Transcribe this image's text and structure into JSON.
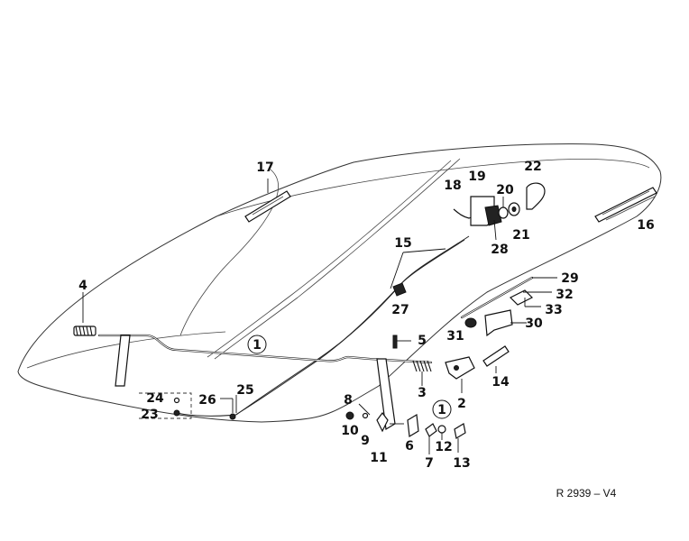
{
  "figure": {
    "reference": "R 2939 – V4"
  },
  "callouts": [
    {
      "id": "c1",
      "label": "1"
    },
    {
      "id": "c1b",
      "label": "1"
    },
    {
      "id": "c2",
      "label": "2"
    },
    {
      "id": "c3",
      "label": "3"
    },
    {
      "id": "c4",
      "label": "4"
    },
    {
      "id": "c5",
      "label": "5"
    },
    {
      "id": "c6",
      "label": "6"
    },
    {
      "id": "c7",
      "label": "7"
    },
    {
      "id": "c8",
      "label": "8"
    },
    {
      "id": "c9",
      "label": "9"
    },
    {
      "id": "c10",
      "label": "10"
    },
    {
      "id": "c11",
      "label": "11"
    },
    {
      "id": "c12",
      "label": "12"
    },
    {
      "id": "c13",
      "label": "13"
    },
    {
      "id": "c14",
      "label": "14"
    },
    {
      "id": "c15",
      "label": "15"
    },
    {
      "id": "c16",
      "label": "16"
    },
    {
      "id": "c17",
      "label": "17"
    },
    {
      "id": "c18",
      "label": "18"
    },
    {
      "id": "c19",
      "label": "19"
    },
    {
      "id": "c20",
      "label": "20"
    },
    {
      "id": "c21",
      "label": "21"
    },
    {
      "id": "c22",
      "label": "22"
    },
    {
      "id": "c23",
      "label": "23"
    },
    {
      "id": "c24",
      "label": "24"
    },
    {
      "id": "c25",
      "label": "25"
    },
    {
      "id": "c26",
      "label": "26"
    },
    {
      "id": "c27",
      "label": "27"
    },
    {
      "id": "c28",
      "label": "28"
    },
    {
      "id": "c29",
      "label": "29"
    },
    {
      "id": "c30",
      "label": "30"
    },
    {
      "id": "c31",
      "label": "31"
    },
    {
      "id": "c32",
      "label": "32"
    },
    {
      "id": "c33",
      "label": "33"
    }
  ]
}
